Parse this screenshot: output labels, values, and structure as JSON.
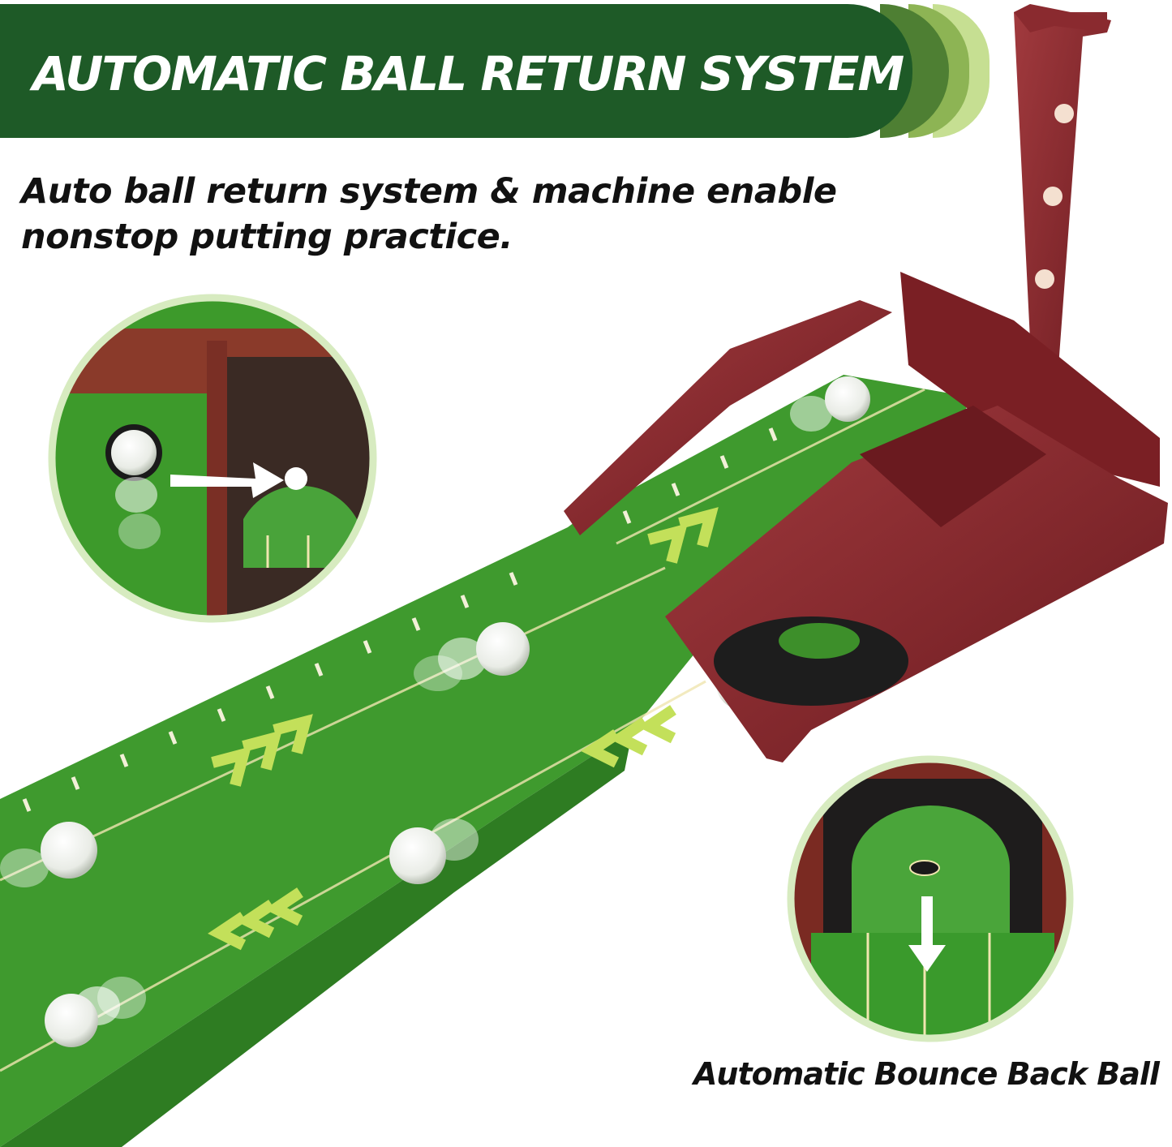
{
  "banner": {
    "title": "AUTOMATIC BALL RETURN SYSTEM",
    "color": "#1e5a27",
    "accent_colors": [
      "#4e7f33",
      "#8db454",
      "#c6df92"
    ]
  },
  "subtitle": {
    "text": "Auto ball return system & machine enable nonstop putting practice."
  },
  "detail_caption": {
    "text": "Automatic Bounce Back Ball"
  },
  "colors": {
    "turf": "#3f9a2e",
    "turf_dark": "#2e7c22",
    "wood": "#7a1f24",
    "wood_light": "#9a3338",
    "line": "#f0e6b0",
    "ring": "#d7ebc0"
  },
  "icons": [
    "golf-ball-icon",
    "chevron-arrow-icon",
    "down-arrow-icon",
    "right-arrow-icon"
  ]
}
